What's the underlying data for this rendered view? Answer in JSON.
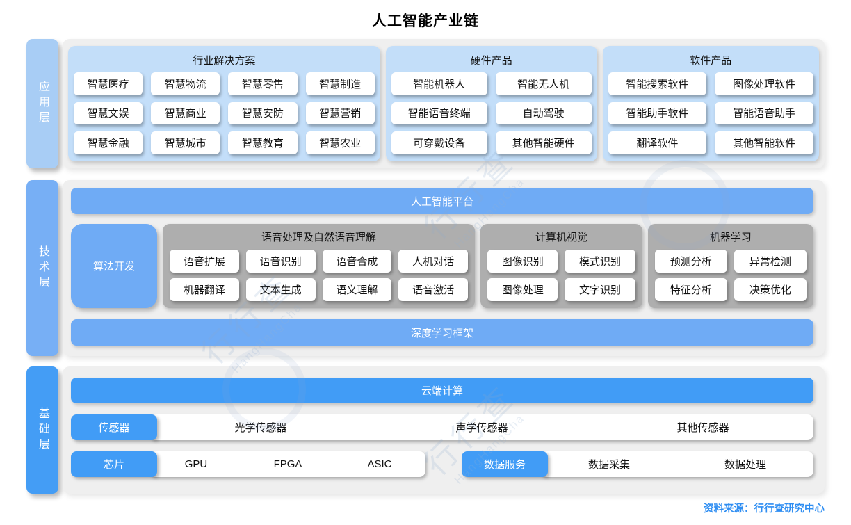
{
  "title": "人工智能产业链",
  "source": "资料来源：行行查研究中心",
  "watermark": {
    "cn": "行行查",
    "en": "HangHangCha"
  },
  "colors": {
    "band_bg": "#efefef",
    "app_sidebar": "#a8cdf5",
    "tech_sidebar": "#77aff5",
    "base_sidebar": "#449df5",
    "app_group_bg": "#c3def9",
    "tech_blue": "#6fabf5",
    "base_blue": "#419cf6",
    "gray_group_bg": "#aeaeae",
    "source_text": "#2f8ef2"
  },
  "layers": [
    {
      "label": "应用层",
      "groups": [
        {
          "title": "行业解决方案",
          "items": [
            "智慧医疗",
            "智慧物流",
            "智慧零售",
            "智慧制造",
            "智慧文娱",
            "智慧商业",
            "智慧安防",
            "智慧营销",
            "智慧金融",
            "智慧城市",
            "智慧教育",
            "智慧农业"
          ]
        },
        {
          "title": "硬件产品",
          "items": [
            "智能机器人",
            "智能无人机",
            "智能语音终端",
            "自动驾驶",
            "可穿戴设备",
            "其他智能硬件"
          ]
        },
        {
          "title": "软件产品",
          "items": [
            "智能搜索软件",
            "图像处理软件",
            "智能助手软件",
            "智能语音助手",
            "翻译软件",
            "其他智能软件"
          ]
        }
      ]
    },
    {
      "label": "技术层",
      "top_bar": "人工智能平台",
      "side_block": "算法开发",
      "groups": [
        {
          "title": "语音处理及自然语音理解",
          "items": [
            "语音扩展",
            "语音识别",
            "语音合成",
            "人机对话",
            "机器翻译",
            "文本生成",
            "语义理解",
            "语音激活"
          ]
        },
        {
          "title": "计算机视觉",
          "items": [
            "图像识别",
            "模式识别",
            "图像处理",
            "文字识别"
          ]
        },
        {
          "title": "机器学习",
          "items": [
            "预测分析",
            "异常检测",
            "特征分析",
            "决策优化"
          ]
        }
      ],
      "bottom_bar": "深度学习框架"
    },
    {
      "label": "基础层",
      "top_bar": "云端计算",
      "rows": [
        {
          "label": "传感器",
          "items": [
            "光学传感器",
            "声学传感器",
            "其他传感器"
          ]
        },
        {
          "label": "芯片",
          "items": [
            "GPU",
            "FPGA",
            "ASIC"
          ]
        },
        {
          "label": "数据服务",
          "items": [
            "数据采集",
            "数据处理"
          ]
        }
      ]
    }
  ]
}
